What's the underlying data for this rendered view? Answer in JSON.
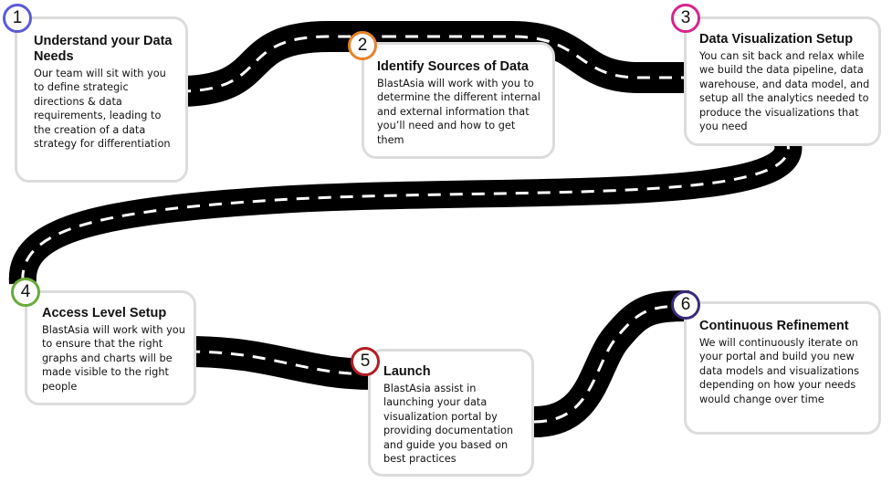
{
  "steps": [
    {
      "number": "1",
      "title": "Understand your Data Needs",
      "body": "Our team will sit with you to define strategic directions & data requirements, leading to the creation of a data strategy for differentiation",
      "color": "#5b5bd6"
    },
    {
      "number": "2",
      "title": "Identify Sources of Data",
      "body": "BlastAsia will work with you to determine the different internal and external information that you’ll need and how to get them",
      "color": "#e8822a"
    },
    {
      "number": "3",
      "title": "Data Visualization Setup",
      "body": "You can sit back and relax while we build the data pipeline, data warehouse, and data model, and setup all the analytics needed to produce the visualizations that you need",
      "color": "#d6268c"
    },
    {
      "number": "4",
      "title": "Access Level Setup",
      "body": "BlastAsia will work with you to ensure that the right graphs and charts will be made visible to the right people",
      "color": "#6aaa3a"
    },
    {
      "number": "5",
      "title": "Launch",
      "body": "BlastAsia assist in launching your data visualization portal by providing documentation and guide you based on best practices",
      "color": "#b31d24"
    },
    {
      "number": "6",
      "title": "Continuous Refinement",
      "body": "We will continuously iterate on your portal and build you new data models and visualizations depending on how your needs would change over time",
      "color": "#3b2a7a"
    }
  ]
}
